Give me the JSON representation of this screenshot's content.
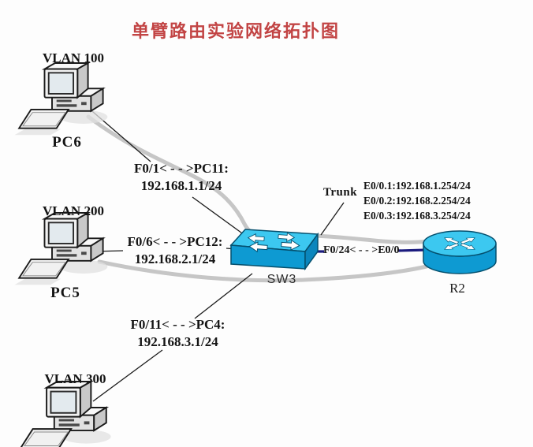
{
  "title": "单臂路由实验网络拓扑图",
  "devices": {
    "pc_top": {
      "vlan": "VLAN 100",
      "name": "PC6"
    },
    "pc_middle": {
      "vlan": "VLAN 200",
      "name": "PC5"
    },
    "pc_bottom": {
      "vlan": "VLAN 300"
    },
    "switch": {
      "name": "SW3"
    },
    "router": {
      "name": "R2"
    }
  },
  "labels": {
    "trunk": "Trunk",
    "link_pc11": {
      "port": "F0/1< - - >PC11:",
      "ip": "192.168.1.1/24"
    },
    "link_pc12": {
      "port": "F0/6< - - >PC12:",
      "ip": "192.168.2.1/24"
    },
    "link_pc4": {
      "port": "F0/11< - - >PC4:",
      "ip": "192.168.3.1/24"
    },
    "switch_router_link": "F0/24< - - >E0/0",
    "router_subinterfaces": [
      "E0/0.1:192.168.1.254/24",
      "E0/0.2:192.168.2.254/24",
      "E0/0.3:192.168.3.254/24"
    ]
  },
  "colors": {
    "title_red": "#c24444",
    "device_top_cyan": "#3cc8f0",
    "device_front_blue": "#0e9ad2",
    "cable_gray": "#c6c6c6",
    "trunk_link_navy": "#1b1b7e",
    "text_black": "#141414"
  }
}
